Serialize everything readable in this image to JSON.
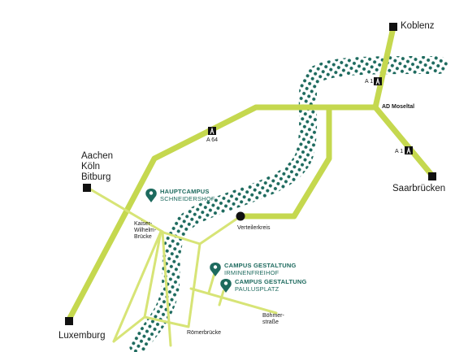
{
  "colors": {
    "road": "#c5d84f",
    "road_thin": "#d7e476",
    "river": "#1d6a5e",
    "pin": "#1d6a5e",
    "text": "#1a1a1a"
  },
  "cities": {
    "koblenz": "Koblenz",
    "aachen": "Aachen",
    "koeln": "Köln",
    "bitburg": "Bitburg",
    "saarbruecken": "Saarbrücken",
    "luxemburg": "Luxemburg"
  },
  "roads": {
    "a1_north": "A 1",
    "a1_south": "A 1",
    "a64": "A 64",
    "ad_moseltal": "AD Moseltal"
  },
  "places": {
    "verteilerkreis": "Verteilerkreis",
    "kaiser_1": "Kaiser-",
    "kaiser_2": "Wilhelm-",
    "kaiser_3": "Brücke",
    "roemerbruecke": "Römerbrücke",
    "boehmer_1": "Böhmer-",
    "boehmer_2": "straße"
  },
  "campuses": {
    "haupt": {
      "title": "HAUPTCAMPUS",
      "sub": "SCHNEIDERSHOF"
    },
    "irminen": {
      "title": "CAMPUS GESTALTUNG",
      "sub": "IRMINENFREIHOF"
    },
    "paulus": {
      "title": "CAMPUS GESTALTUNG",
      "sub": "PAULUSPLATZ"
    }
  },
  "icons": [
    "highway-icon",
    "location-pin-icon",
    "city-marker-icon",
    "roundabout-dot-icon"
  ]
}
